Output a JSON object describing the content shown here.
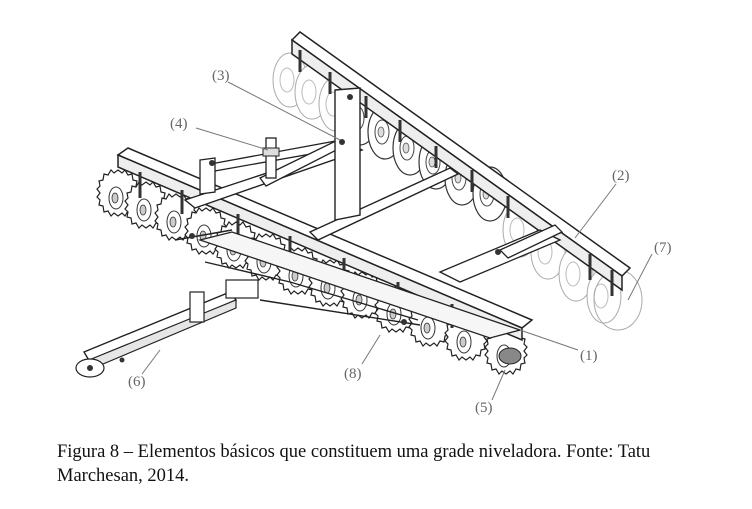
{
  "figure": {
    "callouts": [
      {
        "id": 1,
        "label": "(1)"
      },
      {
        "id": 2,
        "label": "(2)"
      },
      {
        "id": 3,
        "label": "(3)"
      },
      {
        "id": 4,
        "label": "(4)"
      },
      {
        "id": 5,
        "label": "(5)"
      },
      {
        "id": 6,
        "label": "(6)"
      },
      {
        "id": 7,
        "label": "(7)"
      },
      {
        "id": 8,
        "label": "(8)"
      }
    ]
  },
  "caption": {
    "line1": "Figura 8 – Elementos básicos que constituem uma grade niveladora. Fonte: Tatu",
    "line2": "Marchesan, 2014."
  }
}
